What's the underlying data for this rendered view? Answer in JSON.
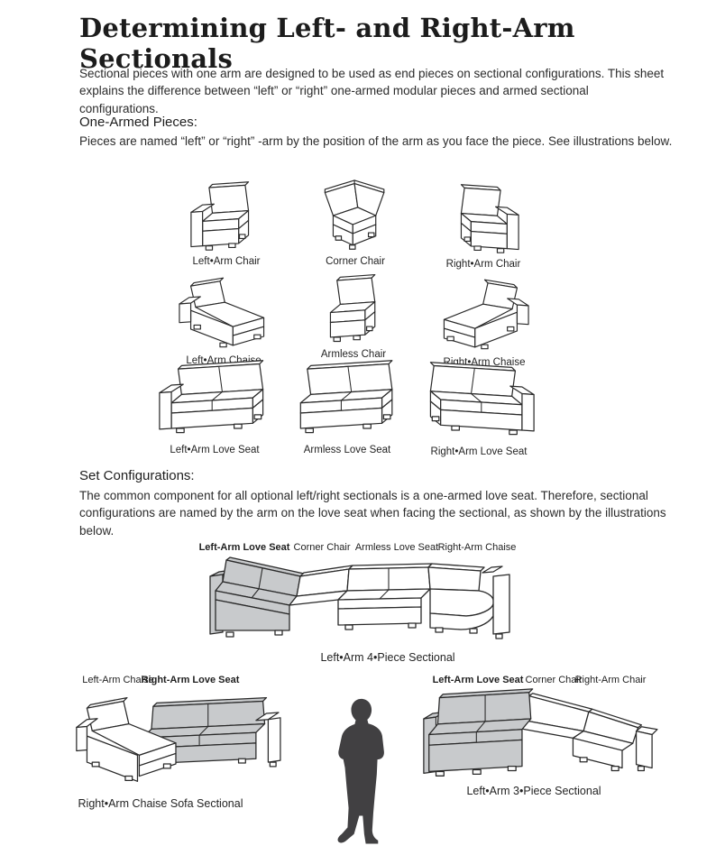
{
  "page": {
    "title": "Determining Left- and Right-Arm Sectionals",
    "intro": "Sectional pieces with one arm are designed to be used as end pieces on sectional configurations. This sheet explains the difference between “left” or “right” one-armed modular pieces and armed sectional configurations."
  },
  "one_armed_pieces": {
    "heading": "One-Armed Pieces:",
    "description": "Pieces are named “left” or “right” -arm by the position of the arm as you face the piece. See illustrations below.",
    "items": [
      {
        "label": "Left•Arm Chair"
      },
      {
        "label": "Corner Chair"
      },
      {
        "label": "Right•Arm Chair"
      },
      {
        "label": "Left•Arm Chaise"
      },
      {
        "label": "Armless Chair"
      },
      {
        "label": "Right•Arm Chaise"
      },
      {
        "label": "Left•Arm Love Seat"
      },
      {
        "label": "Armless Love Seat"
      },
      {
        "label": "Right•Arm Love Seat"
      }
    ]
  },
  "set_configurations": {
    "heading": "Set Configurations:",
    "description": "The common component for all optional left/right sectionals is a one-armed love seat. Therefore, sectional configurations are named by the arm on the love seat when facing the sectional, as shown by the illustrations below.",
    "four_piece": {
      "part_labels": [
        "Left-Arm Love Seat",
        "Corner Chair",
        "Armless Love Seat",
        "Right-Arm Chaise"
      ],
      "caption": "Left•Arm 4•Piece Sectional"
    },
    "chaise_sofa": {
      "part_labels": [
        "Left-Arm Chaise",
        "Right-Arm Love Seat"
      ],
      "caption": "Right•Arm Chaise Sofa Sectional"
    },
    "three_piece": {
      "part_labels": [
        "Left-Arm Love Seat",
        "Corner Chair",
        "Right-Arm Chair"
      ],
      "caption": "Left•Arm 3•Piece Sectional"
    }
  },
  "colors": {
    "line": "#2a2a2a",
    "shade": "#c8cacc",
    "silhouette": "#414042",
    "paper": "#ffffff"
  }
}
